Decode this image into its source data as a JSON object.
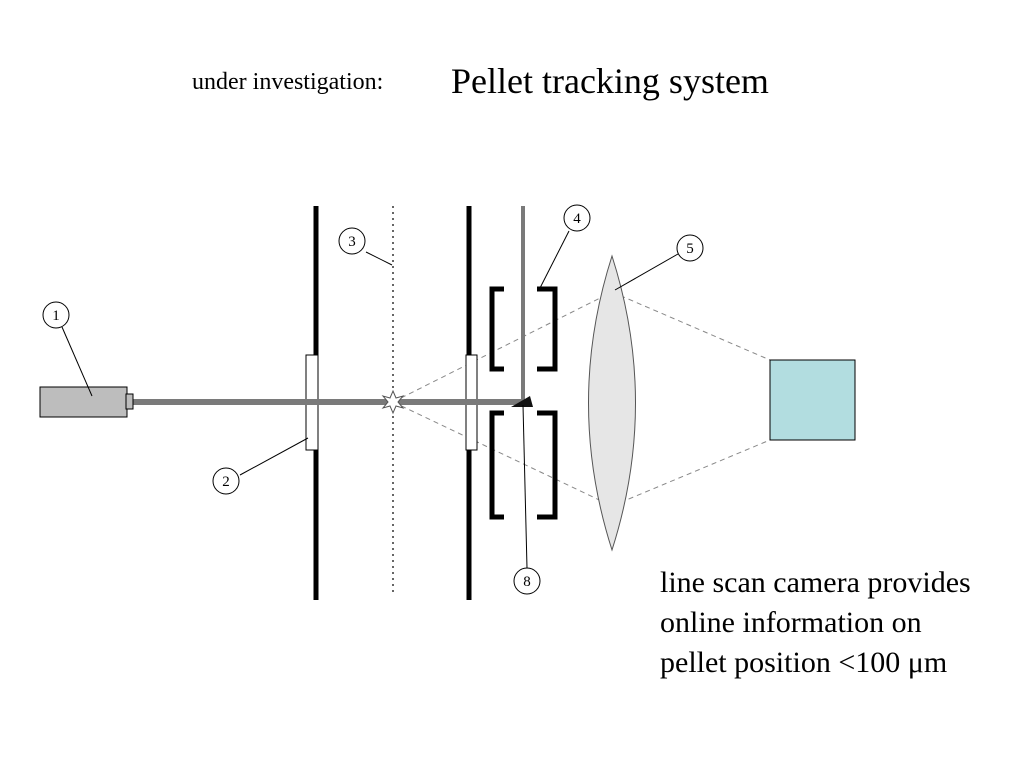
{
  "header": {
    "subtitle": "under investigation:",
    "title": "Pellet tracking system"
  },
  "callouts": [
    "1",
    "2",
    "3",
    "4",
    "5",
    "8"
  ],
  "note": {
    "lines": [
      "line scan camera provides",
      "online information on",
      "pellet position <100 μm"
    ]
  },
  "colors": {
    "background": "#ffffff",
    "beam": "#7a7a7a",
    "laser_body": "#bdbdbd",
    "lens_fill": "#e6e6e6",
    "camera_fill": "#b2dde0",
    "walls": "#000000"
  }
}
